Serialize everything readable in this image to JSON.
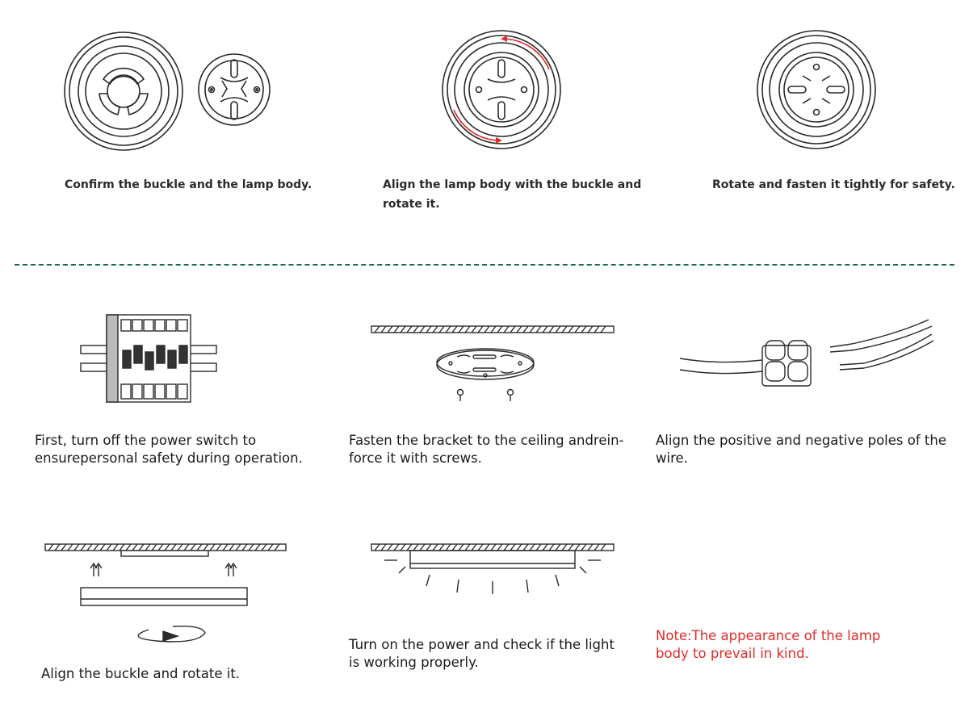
{
  "steps_top": [
    {
      "caption": "Confirm the buckle and the lamp body."
    },
    {
      "caption_line1": "Align the lamp body with the buckle and",
      "caption_line2": "rotate it."
    },
    {
      "caption": "Rotate and fasten it tightly for safety."
    }
  ],
  "steps_bottom": [
    {
      "line1": "First, turn off the power switch to",
      "line2": "ensurepersonal safety during operation."
    },
    {
      "line1": "Fasten the bracket to the ceiling andrein-",
      "line2": "force it with screws."
    },
    {
      "line1": "Align the positive and negative poles of the",
      "line2": "wire."
    },
    {
      "line1": "Align the buckle and rotate it."
    },
    {
      "line1": "Turn on the power and check if the light",
      "line2": "is working properly."
    }
  ],
  "note": {
    "line1": "Note:The appearance of the lamp",
    "line2": "body to prevail in kind.",
    "color": "#e02a2a"
  },
  "icons": [
    "lamp-body-icon",
    "buckle-icon",
    "rotate-arrow-icon",
    "circuit-breaker-icon",
    "ceiling-bracket-icon",
    "wire-connector-icon",
    "light-rays-icon"
  ]
}
